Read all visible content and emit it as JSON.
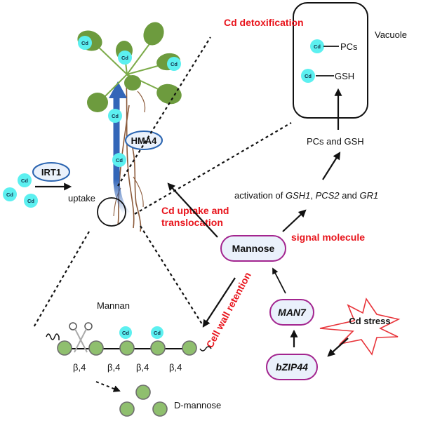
{
  "title": "Mannose-mediated Cd detoxification model",
  "colors": {
    "red_text": "#e8141c",
    "cd_ion": "#5cf0f0",
    "leaf": "#6d9b3e",
    "root": "#8b5a3a",
    "arrow_blue": "#3366b8",
    "mannose_node": "#a3258f",
    "mannose_fill": "#eaf1fb",
    "star": "#e8343a",
    "sugar": "#8fbf6e"
  },
  "plant": {
    "cd_label": "Cd",
    "transporter": "HMA4",
    "importer": "IRT1",
    "uptake_label": "uptake"
  },
  "labels": {
    "cd_detox": "Cd detoxification",
    "vacuole": "Vacuole",
    "pcs": "PCs",
    "gsh": "GSH",
    "pcs_and_gsh": "PCs and GSH",
    "activation_prefix": "activation of ",
    "gene1": "GSH1",
    "sep1": ", ",
    "gene2": "PCS2",
    "sep2": " and ",
    "gene3": "GR1",
    "uptake_translocation_1": "Cd uptake and",
    "uptake_translocation_2": "translocation",
    "signal_molecule": "signal molecule",
    "cell_wall_retention": "Cell wall retention",
    "mannan": "Mannan",
    "beta_link": "β,4",
    "d_mannose": "D-mannose"
  },
  "nodes": {
    "mannose": "Mannose",
    "man7": "MAN7",
    "bzip44": "bZIP44",
    "cd_stress": "Cd stress"
  }
}
